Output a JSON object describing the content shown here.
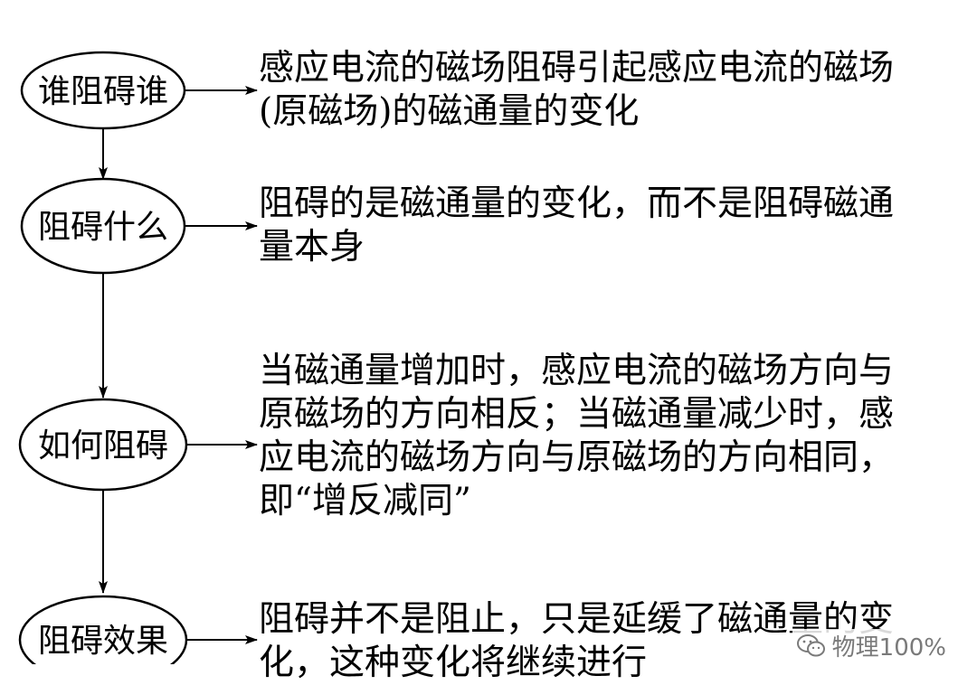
{
  "nodes": [
    {
      "label": "谁阻碍谁",
      "description_lines": [
        "感应电流的磁场阻碍引起感应电流的磁场",
        "(原磁场)的磁通量的变化"
      ]
    },
    {
      "label": "阻碍什么",
      "description_lines": [
        "阻碍的是磁通量的变化，而不是阻碍磁通",
        "量本身"
      ]
    },
    {
      "label": "如何阻碍",
      "description_lines": [
        "当磁通量增加时，感应电流的磁场方向与",
        "原磁场的方向相反；当磁通量减少时，感",
        "应电流的磁场方向与原磁场的方向相同，",
        "即“增反减同”"
      ]
    },
    {
      "label": "阻碍效果",
      "description_lines": [
        "阻碍并不是阻止，只是延缓了磁通量的变",
        "化，这种变化将继续进行"
      ]
    }
  ],
  "watermark": {
    "text": "物理100%",
    "icon": "wechat-icon"
  },
  "colors": {
    "ink": "#000000",
    "watermark": "#7a7a7a"
  }
}
